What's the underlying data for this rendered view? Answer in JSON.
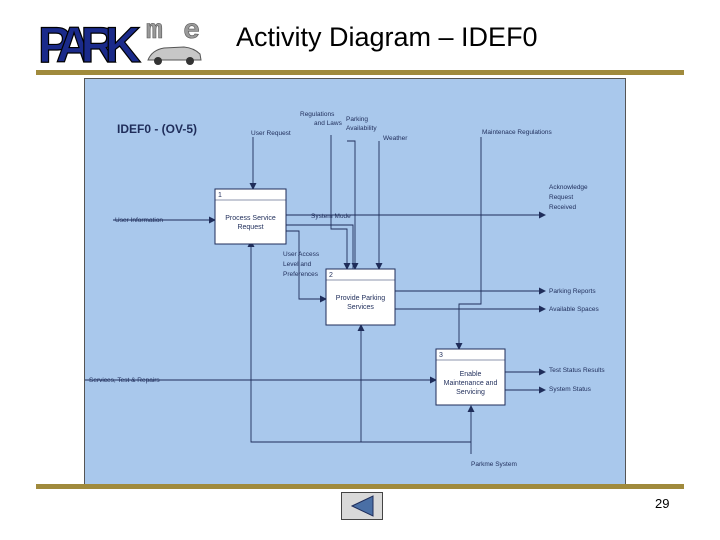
{
  "logo": {
    "text_left": "PARK",
    "text_right": "me"
  },
  "slide": {
    "title": "Activity Diagram – IDEF0",
    "number": "29"
  },
  "diagram": {
    "heading": "IDEF0 - (OV-5)",
    "inputs": {
      "user_information": "User Information",
      "services": "Services, Test & Repairs"
    },
    "controls": {
      "user_request": "User Request",
      "regulations_1": "Regulations",
      "regulations_2": "and Laws",
      "parking_avail_1": "Parking",
      "parking_avail_2": "Availability",
      "weather": "Weather",
      "maintenance_regs": "Maintenace Regulations"
    },
    "intermediate": {
      "system_mode": "System Mode",
      "user_access_1": "User Access",
      "user_access_2": "Level and",
      "user_access_3": "Preferences"
    },
    "outputs": {
      "ack_1": "Acknowledge",
      "ack_2": "Request",
      "ack_3": "Received",
      "parking_reports": "Parking Reports",
      "available_spaces": "Available Spaces",
      "test_status": "Test Status Results",
      "system_status": "System Status"
    },
    "mechanism": "Parkme System",
    "boxes": [
      {
        "number": "1",
        "line1": "Process Service",
        "line2": "Request",
        "line3": ""
      },
      {
        "number": "2",
        "line1": "Provide Parking",
        "line2": "Services",
        "line3": ""
      },
      {
        "number": "3",
        "line1": "Enable",
        "line2": "Maintenance and",
        "line3": "Servicing"
      }
    ]
  },
  "colors": {
    "diagram_background": "#a9c8ec",
    "line": "#1f2d5a",
    "logo_blue": "#1a2a8a",
    "logo_gray": "#8a8a8a",
    "rule": "#a08a3c"
  },
  "icons": {
    "nav": "back-triangle-icon"
  }
}
